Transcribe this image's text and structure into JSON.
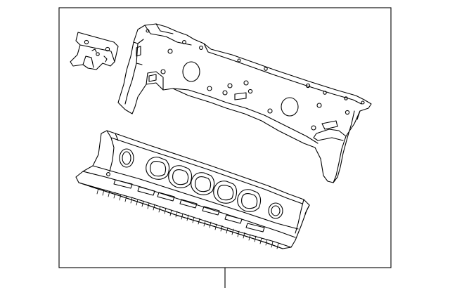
{
  "diagram": {
    "parts": [
      {
        "id": "bracket",
        "name": "small-mounting-bracket"
      },
      {
        "id": "upper-panel",
        "name": "upper-rear-panel"
      },
      {
        "id": "lower-panel",
        "name": "lower-rear-panel"
      }
    ],
    "callout_count": 1
  }
}
